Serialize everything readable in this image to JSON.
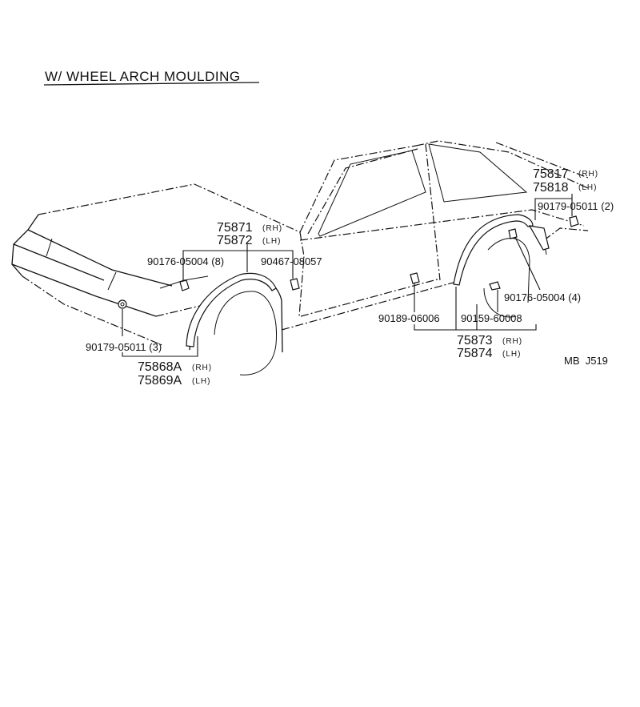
{
  "title": "W/ WHEEL ARCH MOULDING",
  "ref_code": "MB  J519",
  "parts": {
    "p75817": "75817",
    "p75817_side": "(RH)",
    "p75818": "75818",
    "p75818_side": "(LH)",
    "p90179_05011_rear": "90179-05011 (2)",
    "p75871": "75871",
    "p75871_side": "(RH)",
    "p75872": "75872",
    "p75872_side": "(LH)",
    "p90176_05004_front": "90176-05004 (8)",
    "p90467_08057": "90467-08057",
    "p90189_06006": "90189-06006",
    "p90159_60008": "90159-60008",
    "p90176_05004_rear": "90176-05004 (4)",
    "p90179_05011_front": "90179-05011 (3)",
    "p75868A": "75868A",
    "p75868A_side": "(RH)",
    "p75869A": "75869A",
    "p75869A_side": "(LH)",
    "p75873": "75873",
    "p75873_side": "(RH)",
    "p75874": "75874",
    "p75874_side": "(LH)"
  }
}
